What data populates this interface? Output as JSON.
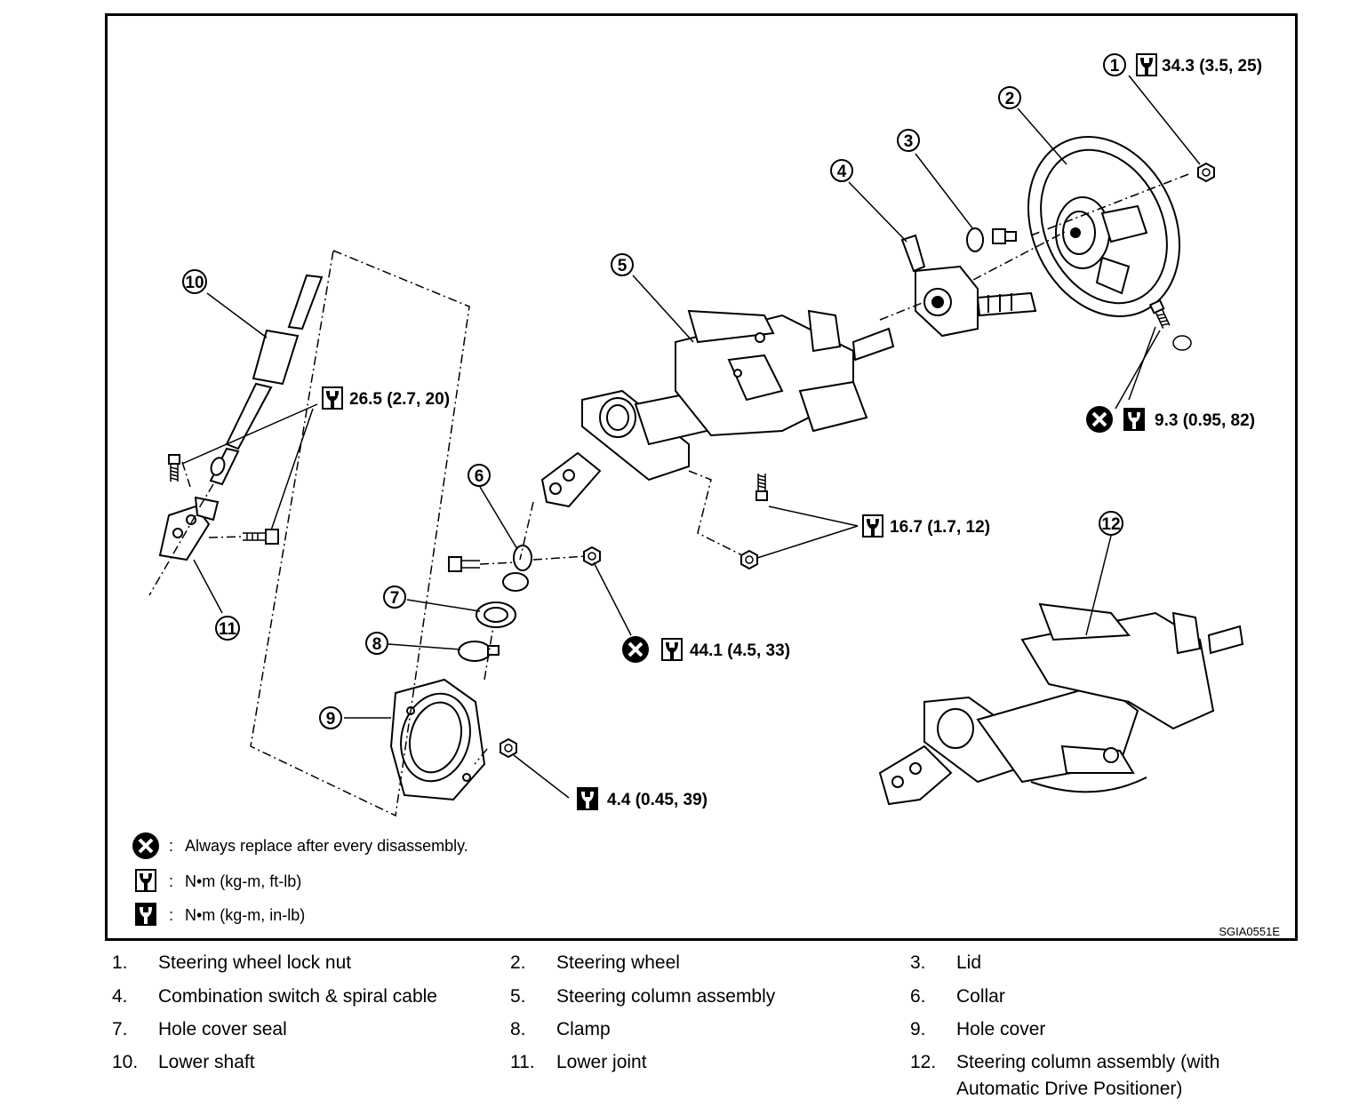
{
  "diagram_code": "SGIA0551E",
  "callouts": [
    "1",
    "2",
    "3",
    "4",
    "5",
    "6",
    "7",
    "8",
    "9",
    "10",
    "11",
    "12"
  ],
  "torques": {
    "t1": "34.3 (3.5, 25)",
    "t2": "26.5 (2.7, 20)",
    "t3": "9.3 (0.95, 82)",
    "t4": "16.7 (1.7, 12)",
    "t5": "44.1 (4.5, 33)",
    "t6": "4.4 (0.45, 39)"
  },
  "legend": [
    {
      "icon": "replace-x-icon",
      "sep": ":",
      "text": "Always replace after every disassembly."
    },
    {
      "icon": "torque-wrench-icon",
      "sep": ":",
      "text": "N•m  (kg-m,  ft-lb)"
    },
    {
      "icon": "torque-wrench-inlb-icon",
      "sep": ":",
      "text": "N•m  (kg-m,  in-lb)"
    }
  ],
  "parts": [
    {
      "num": "1.",
      "name": "Steering wheel lock nut"
    },
    {
      "num": "2.",
      "name": "Steering wheel"
    },
    {
      "num": "3.",
      "name": "Lid"
    },
    {
      "num": "4.",
      "name": "Combination switch & spiral cable"
    },
    {
      "num": "5.",
      "name": "Steering column assembly"
    },
    {
      "num": "6.",
      "name": "Collar"
    },
    {
      "num": "7.",
      "name": "Hole cover seal"
    },
    {
      "num": "8.",
      "name": "Clamp"
    },
    {
      "num": "9.",
      "name": "Hole cover"
    },
    {
      "num": "10.",
      "name": "Lower shaft"
    },
    {
      "num": "11.",
      "name": "Lower joint"
    },
    {
      "num": "12.",
      "name": "Steering column assembly (with",
      "name2": "Automatic Drive Positioner)"
    }
  ]
}
